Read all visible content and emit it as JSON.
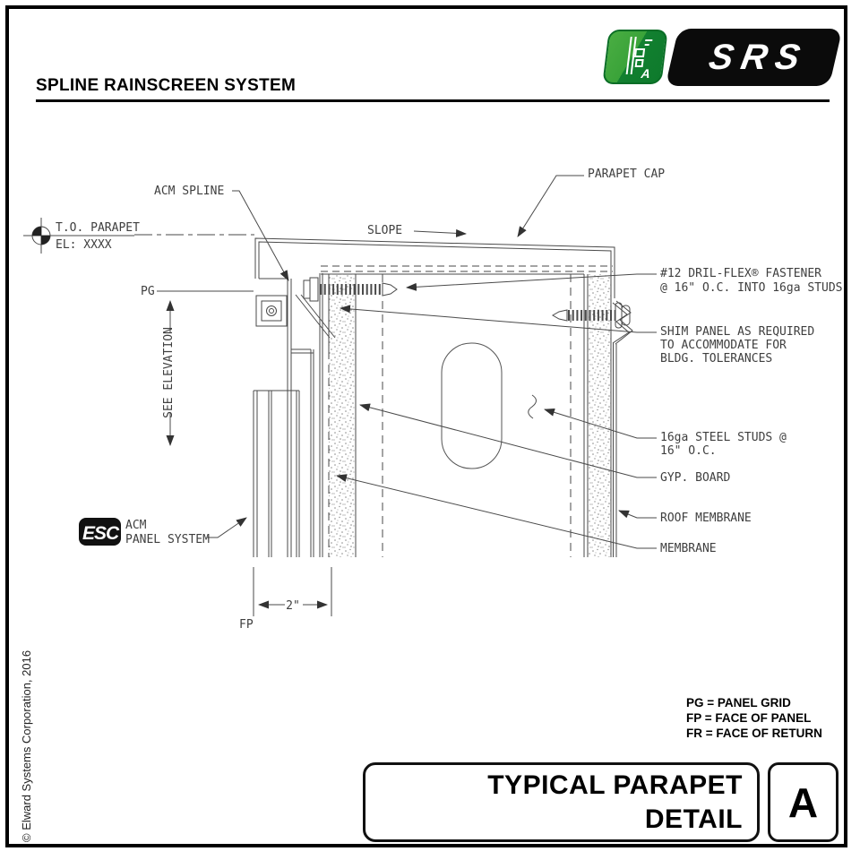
{
  "header": {
    "title": "SPLINE RAINSCREEN SYSTEM"
  },
  "logo": {
    "brand": "SRS",
    "icon_letter": "A"
  },
  "drawing": {
    "labels": {
      "acm_spline": "ACM SPLINE",
      "parapet_cap": "PARAPET CAP",
      "slope": "SLOPE",
      "to_parapet": "T.O. PARAPET",
      "elevation": "EL: XXXX",
      "pg": "PG",
      "see_elevation": "SEE ELEVATION",
      "fastener_line1": "#12 DRIL-FLEX® FASTENER",
      "fastener_line2": "@ 16\" O.C. INTO 16ga STUDS",
      "shim_line1": "SHIM PANEL AS REQUIRED",
      "shim_line2": "TO ACCOMMODATE FOR",
      "shim_line3": "BLDG. TOLERANCES",
      "studs_line1": "16ga STEEL STUDS @",
      "studs_line2": "16\" O.C.",
      "gyp_board": "GYP. BOARD",
      "roof_membrane": "ROOF MEMBRANE",
      "membrane": "MEMBRANE",
      "esc_logo": "ESC",
      "acm": "ACM",
      "panel_system": "PANEL SYSTEM",
      "dim_2in": "2\"",
      "fp": "FP"
    }
  },
  "legend": {
    "items": [
      "PG = PANEL GRID",
      "FP = FACE OF PANEL",
      "FR = FACE OF RETURN"
    ]
  },
  "title_block": {
    "line1": "TYPICAL PARAPET",
    "line2": "DETAIL",
    "detail_letter": "A"
  },
  "footer": {
    "copyright": "© Elward Systems Corporation,  2016"
  },
  "colors": {
    "brand_green": "#128030",
    "badge_black": "#0b0b0b",
    "line": "#4a4a4a"
  }
}
